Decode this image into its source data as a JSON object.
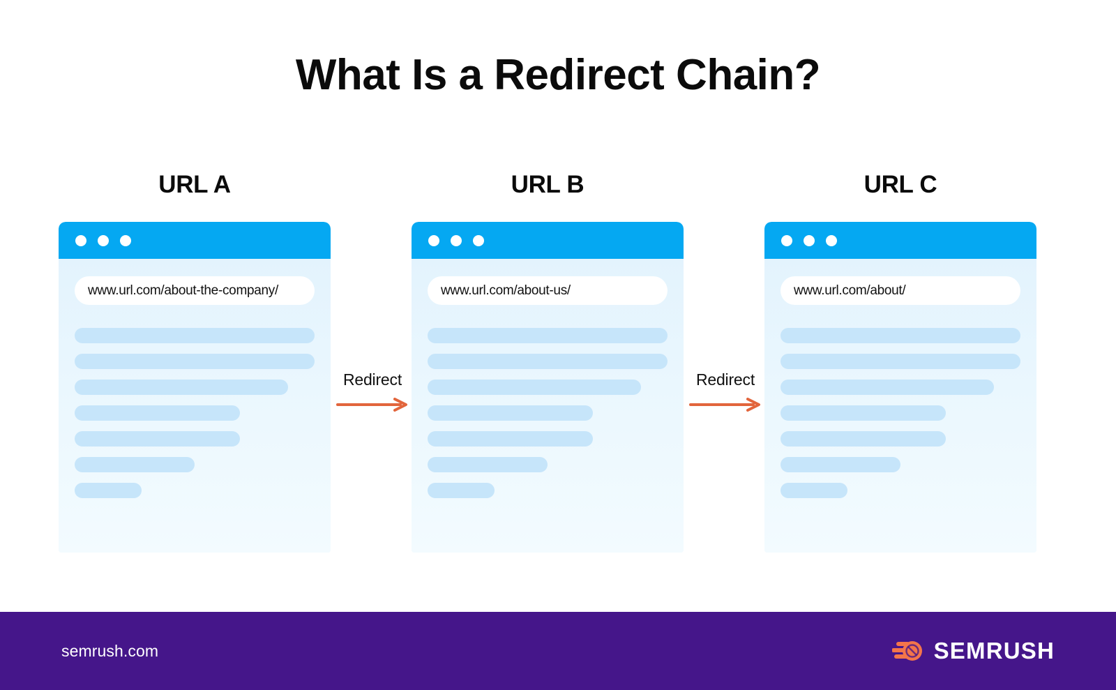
{
  "page": {
    "title": "What Is a Redirect Chain?",
    "background_color": "#ffffff"
  },
  "theme": {
    "accent_blue": "#05a8f2",
    "card_body_blue": "#e9f6fd",
    "skeleton_blue": "#c6e5fa",
    "arrow_orange": "#e2653c",
    "footer_purple": "#45168a",
    "text_black": "#0b0b0b"
  },
  "diagram": {
    "type": "redirect-chain",
    "columns": [
      {
        "label": "URL A",
        "url": "www.url.com/about-the-company/",
        "window_dots": [
          "dot",
          "dot",
          "dot"
        ],
        "skeleton_widths": [
          "100%",
          "100%",
          "89%",
          "69%",
          "69%",
          "50%",
          "28%"
        ]
      },
      {
        "label": "URL B",
        "url": "www.url.com/about-us/",
        "window_dots": [
          "dot",
          "dot",
          "dot"
        ],
        "skeleton_widths": [
          "100%",
          "100%",
          "89%",
          "69%",
          "69%",
          "50%",
          "28%"
        ]
      },
      {
        "label": "URL C",
        "url": "www.url.com/about/",
        "window_dots": [
          "dot",
          "dot",
          "dot"
        ],
        "skeleton_widths": [
          "100%",
          "100%",
          "89%",
          "69%",
          "69%",
          "50%",
          "28%"
        ]
      }
    ],
    "connectors": [
      {
        "label": "Redirect",
        "direction": "right"
      },
      {
        "label": "Redirect",
        "direction": "right"
      }
    ]
  },
  "footer": {
    "site": "semrush.com",
    "brand_name": "SEMRUSH",
    "logo_icon": "semrush-comet-icon"
  }
}
